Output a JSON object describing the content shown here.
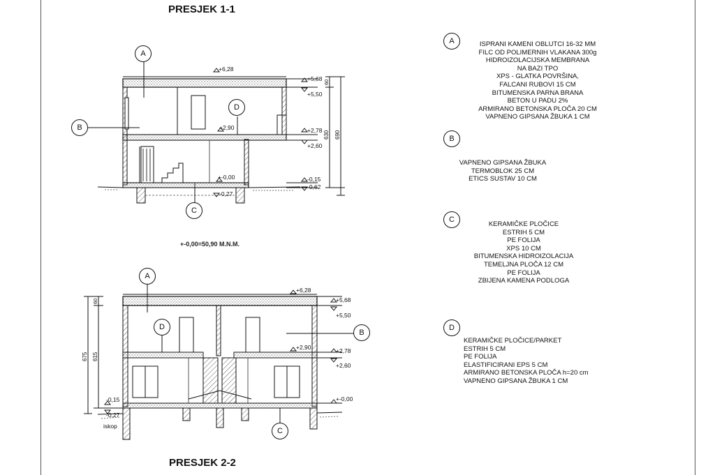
{
  "section_1": {
    "title": "PRESJEK 1-1",
    "reference_level": "+-0,00=50,90 M.N.M.",
    "labels": {
      "a": "A",
      "b": "B",
      "c": "C",
      "d": "D"
    },
    "levels": {
      "roof_top": "+6,28",
      "l568": "+5,68",
      "l550": "+5,50",
      "l290": "+2,90",
      "l278": "+2,78",
      "l260": "+2,60",
      "l000": "+-0,00",
      "l015": "-0,15",
      "l062": "-0,62",
      "l027": "-0,27"
    },
    "dims": {
      "d690": "690",
      "d630": "630",
      "d60": "60"
    }
  },
  "section_2": {
    "title": "PRESJEK 2-2",
    "labels": {
      "a": "A",
      "b": "B",
      "c": "C",
      "d": "D"
    },
    "levels": {
      "roof_top": "+6,28",
      "l568": "+5,68",
      "l550": "+5,50",
      "l290": "+2,90",
      "l278": "+2,78",
      "l260": "+2,60",
      "l000": "+-0,00",
      "l015": "-0,15",
      "l027": "-0,27"
    },
    "dims": {
      "d675": "675",
      "d615": "615",
      "d60": "60"
    },
    "excavation": "iskop"
  },
  "legend": {
    "a": {
      "marker": "A",
      "lines": [
        "ISPRANI KAMENI OBLUTCI 16-32 MM",
        "FILC OD POLIMERNIH VLAKANA 300g",
        "HIDROIZOLACIJSKA MEMBRANA",
        "NA BAZI TPO",
        "XPS - GLATKA POVRŠINA,",
        "FALCANI RUBOVI 15 CM",
        "BITUMENSKA PARNA BRANA",
        "BETON U PADU 2%",
        "ARMIRANO BETONSKA PLOČA 20 CM",
        "VAPNENO GIPSANA ŽBUKA 1 CM"
      ]
    },
    "b": {
      "marker": "B",
      "lines": [
        "VAPNENO GIPSANA ŽBUKA",
        "TERMOBLOK 25 CM",
        "ETICS SUSTAV 10 CM"
      ]
    },
    "c": {
      "marker": "C",
      "lines": [
        "KERAMIČKE PLOČICE",
        "ESTRIH 5 CM",
        "PE FOLIJA",
        "XPS 10 CM",
        "BITUMENSKA HIDROIZOLACIJA",
        "TEMELJNA PLOČA 12 CM",
        "PE FOLIJA",
        "ZBIJENA KAMENA PODLOGA"
      ]
    },
    "d": {
      "marker": "D",
      "lines": [
        "KERAMIČKE PLOČICE/PARKET",
        "ESTRIH 5 CM",
        "PE FOLIJA",
        "ELASTIFICIRANI EPS 5 CM",
        "ARMIRANO BETONSKA PLOČA h=20 cm",
        "VAPNENO GIPSANA ŽBUKA 1 CM"
      ]
    }
  }
}
